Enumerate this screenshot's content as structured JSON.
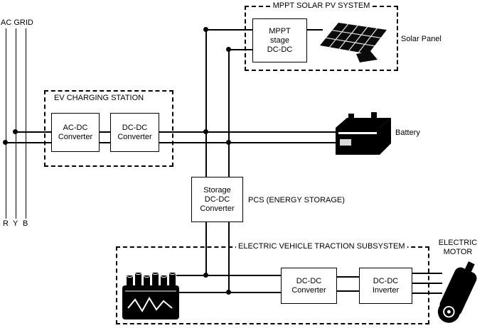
{
  "ac_grid": {
    "label": "AC GRID",
    "phases": [
      "R",
      "Y",
      "B"
    ]
  },
  "ev_charging_station": {
    "title": "EV CHARGING STATION",
    "ac_dc_converter_label": "AC-DC\nConverter",
    "dc_dc_converter_label": "DC-DC\nConverter"
  },
  "mppt_system": {
    "title": "MPPT SOLAR PV SYSTEM",
    "mppt_stage_label": "MPPT\nstage\nDC-DC",
    "solar_panel_label": "Solar Panel"
  },
  "battery": {
    "label": "Battery"
  },
  "energy_storage": {
    "storage_converter_label": "Storage\nDC-DC\nConverter",
    "pcs_label": "PCS (ENERGY STORAGE)"
  },
  "traction_subsystem": {
    "title": "ELECTRIC VEHICLE TRACTION SUBSYSTEM",
    "dc_dc_converter_label": "DC-DC\nConverter",
    "dc_dc_inverter_label": "DC-DC\nInverter"
  },
  "electric_motor": {
    "label": "ELECTRIC\nMOTOR"
  }
}
